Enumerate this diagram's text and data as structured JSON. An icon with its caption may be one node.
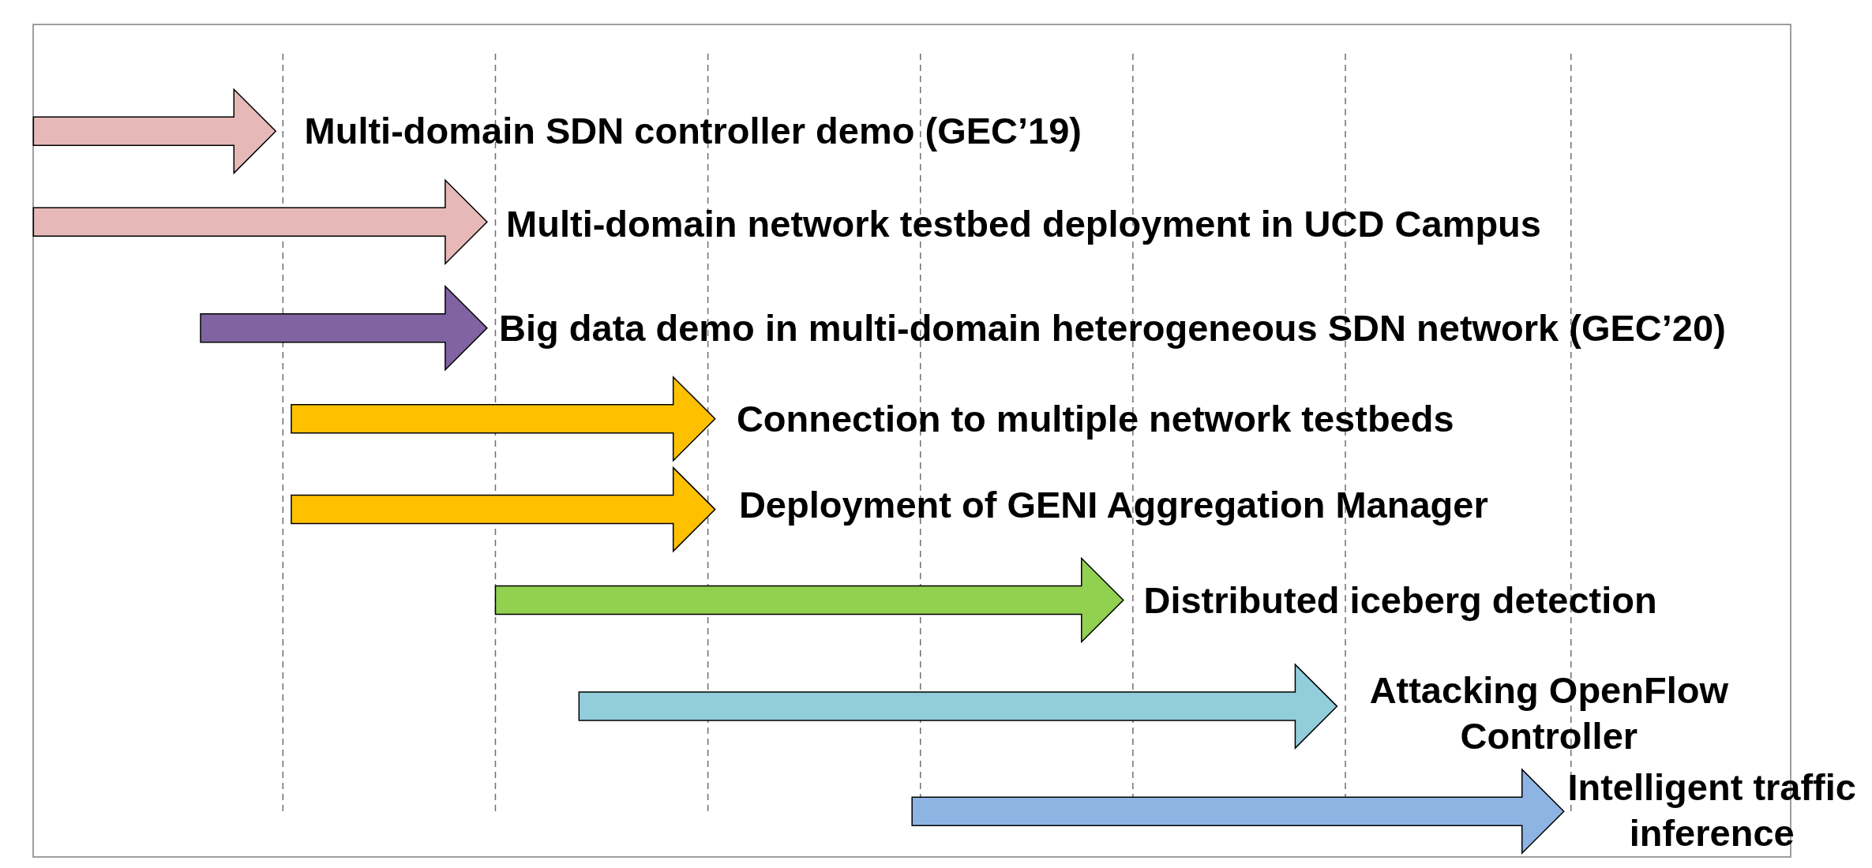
{
  "diagram": {
    "nodes": [
      {
        "text": [],
        "shape": "arrow",
        "beside": [
          "Multi-domain SDN controller demo (GEC’19)"
        ]
      },
      {
        "text": [],
        "shape": "arrow",
        "beside": [
          "Multi-domain network testbed deployment in UCD Campus"
        ]
      },
      {
        "text": [],
        "shape": "arrow",
        "beside": [
          "Big data demo in multi-domain heterogeneous SDN network (GEC’20)"
        ]
      },
      {
        "text": [],
        "shape": "arrow",
        "beside": [
          "Connection to multiple network testbeds"
        ]
      },
      {
        "text": [],
        "shape": "arrow",
        "beside": [
          "Deployment of GENI Aggregation Manager"
        ]
      },
      {
        "text": [],
        "shape": "arrow",
        "beside": [
          "Distributed iceberg detection"
        ]
      },
      {
        "text": [],
        "shape": "arrow",
        "beside": [
          "Attacking OpenFlow Controller"
        ]
      },
      {
        "text": [],
        "shape": "arrow",
        "beside": [
          "Intelligent traffic inference"
        ]
      }
    ]
  }
}
